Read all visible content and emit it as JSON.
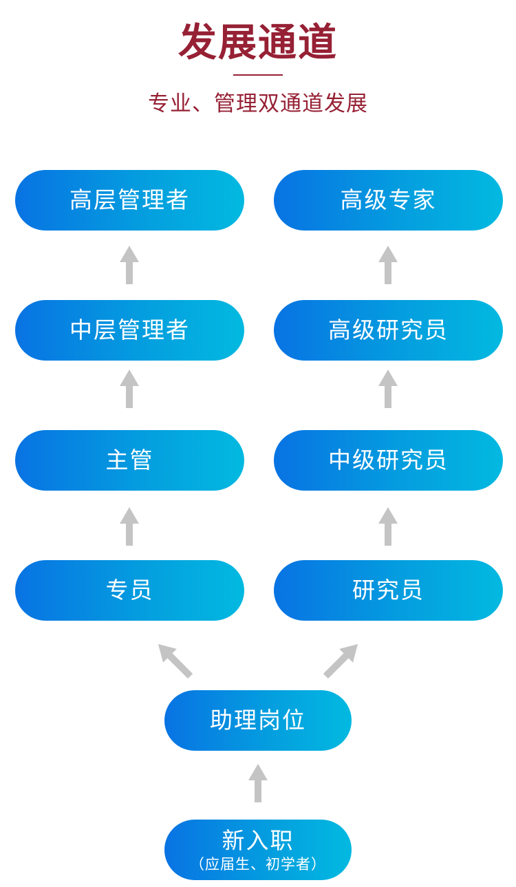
{
  "header": {
    "title": "发展通道",
    "subtitle": "专业、管理双通道发展"
  },
  "management_track": [
    "高层管理者",
    "中层管理者",
    "主管",
    "专员"
  ],
  "professional_track": [
    "高级专家",
    "高级研究员",
    "中级研究员",
    "研究员"
  ],
  "assistant": "助理岗位",
  "entry": {
    "label": "新入职",
    "note": "（应届生、初学者）"
  },
  "colors": {
    "title": "#962034",
    "pill_start": "#0873e3",
    "pill_end": "#02b9e0",
    "arrow": "#c4c4c4"
  }
}
